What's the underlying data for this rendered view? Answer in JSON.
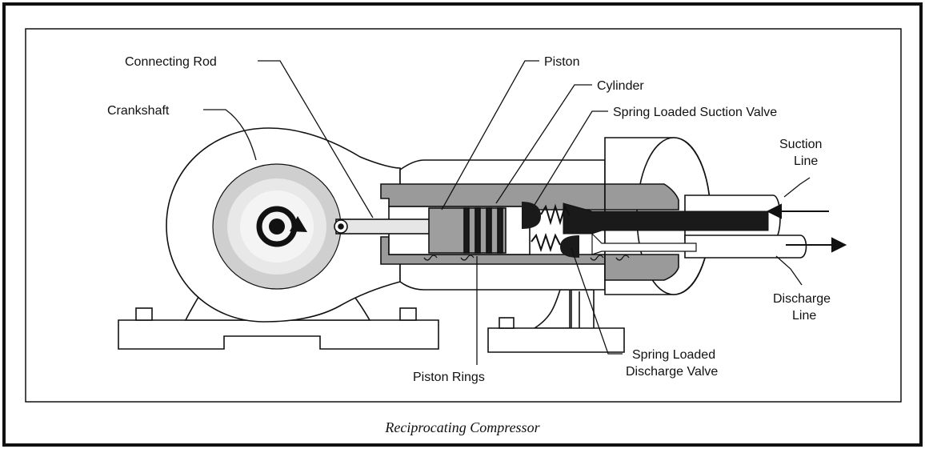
{
  "caption": "Reciprocating Compressor",
  "labels": {
    "connecting_rod": "Connecting Rod",
    "piston": "Piston",
    "crankshaft": "Crankshaft",
    "cylinder": "Cylinder",
    "suction_valve": "Spring Loaded Suction Valve",
    "suction_line_1": "Suction",
    "suction_line_2": "Line",
    "discharge_line_1": "Discharge",
    "discharge_line_2": "Line",
    "discharge_valve_1": "Spring Loaded",
    "discharge_valve_2": "Discharge Valve",
    "piston_rings": "Piston Rings"
  },
  "colors": {
    "outline": "#111111",
    "body": "#ffffff",
    "cylinder_wall": "#9a9a9a",
    "piston": "#9e9e9e",
    "crank_ring": "#cfcfcf",
    "dark": "#1a1a1a"
  }
}
